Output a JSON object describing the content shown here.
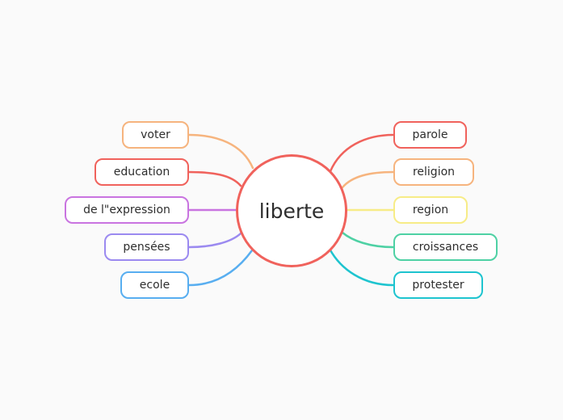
{
  "central": {
    "label": "liberte",
    "color": "#f0625c"
  },
  "left_topics": [
    {
      "label": "voter",
      "color": "#f6b47e"
    },
    {
      "label": "education",
      "color": "#f0625c"
    },
    {
      "label": "de l\"expression",
      "color": "#c974e0"
    },
    {
      "label": "pensées",
      "color": "#9b8af0"
    },
    {
      "label": "ecole",
      "color": "#58aef0"
    }
  ],
  "right_topics": [
    {
      "label": "parole",
      "color": "#f0625c"
    },
    {
      "label": "religion",
      "color": "#f6b47e"
    },
    {
      "label": "region",
      "color": "#f7ec87"
    },
    {
      "label": "croissances",
      "color": "#4ed1a4"
    },
    {
      "label": "protester",
      "color": "#1ec4cf"
    }
  ]
}
